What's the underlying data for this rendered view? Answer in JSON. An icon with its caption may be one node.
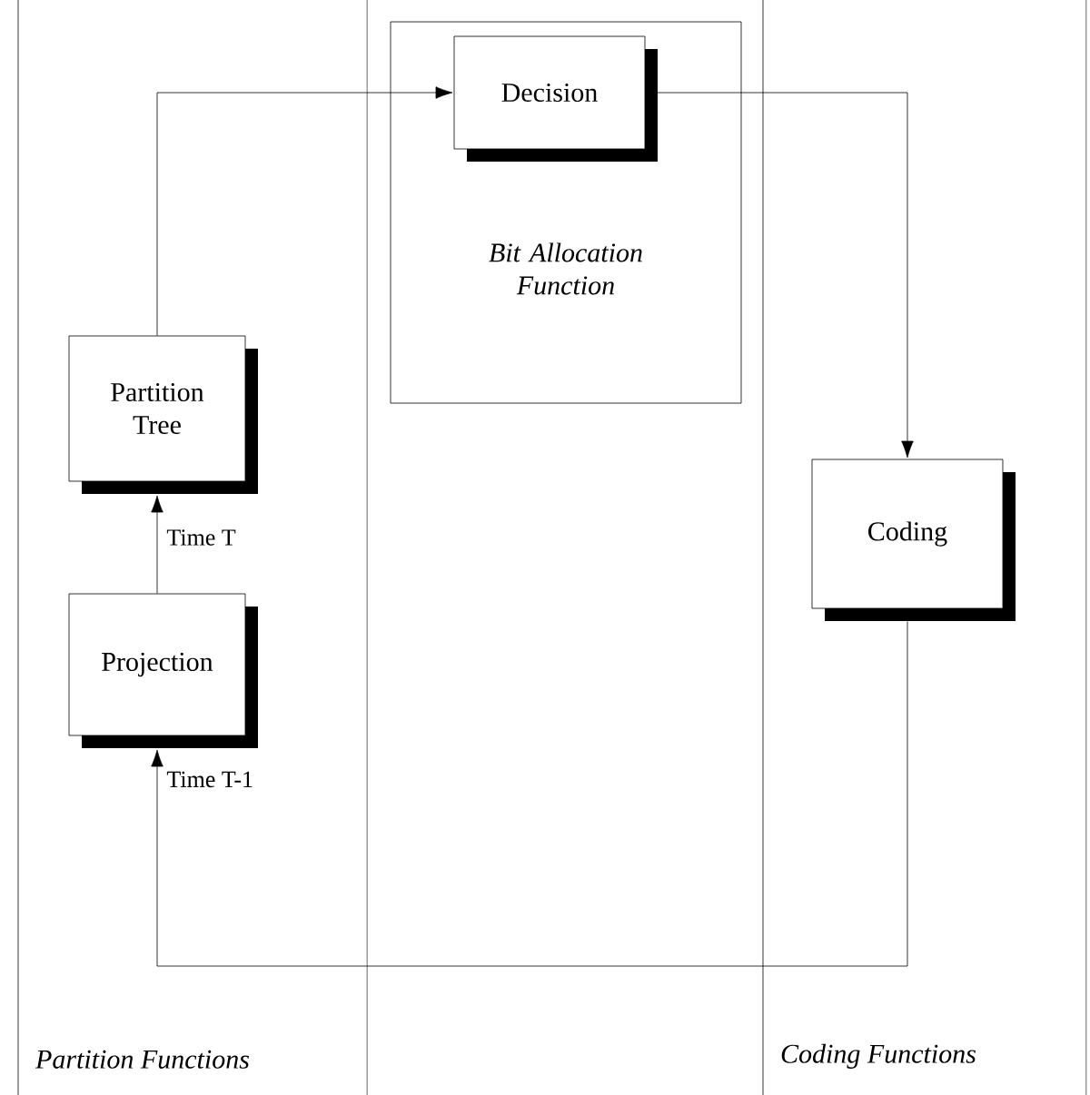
{
  "diagram": {
    "nodes": [
      {
        "text": [
          "Partition Functions"
        ]
      },
      {
        "text": [
          "Bit Allocation Function"
        ]
      },
      {
        "text": [
          "Coding Functions"
        ]
      },
      {
        "text": [
          "Decision"
        ],
        "in": 1
      },
      {
        "text": [
          "Partition Tree"
        ],
        "in": 0
      },
      {
        "text": [
          "Projection"
        ],
        "in": 0
      },
      {
        "text": [
          "Coding"
        ],
        "in": 2
      }
    ],
    "edges": [
      {
        "from": 4,
        "to": 3,
        "arrow": "to"
      },
      {
        "from": 3,
        "to": 6,
        "arrow": "to"
      },
      {
        "from": 5,
        "to": 4,
        "arrow": "to",
        "label": "Time T"
      },
      {
        "from": 6,
        "to": 5,
        "arrow": "to",
        "label": "Time T-1"
      }
    ]
  }
}
